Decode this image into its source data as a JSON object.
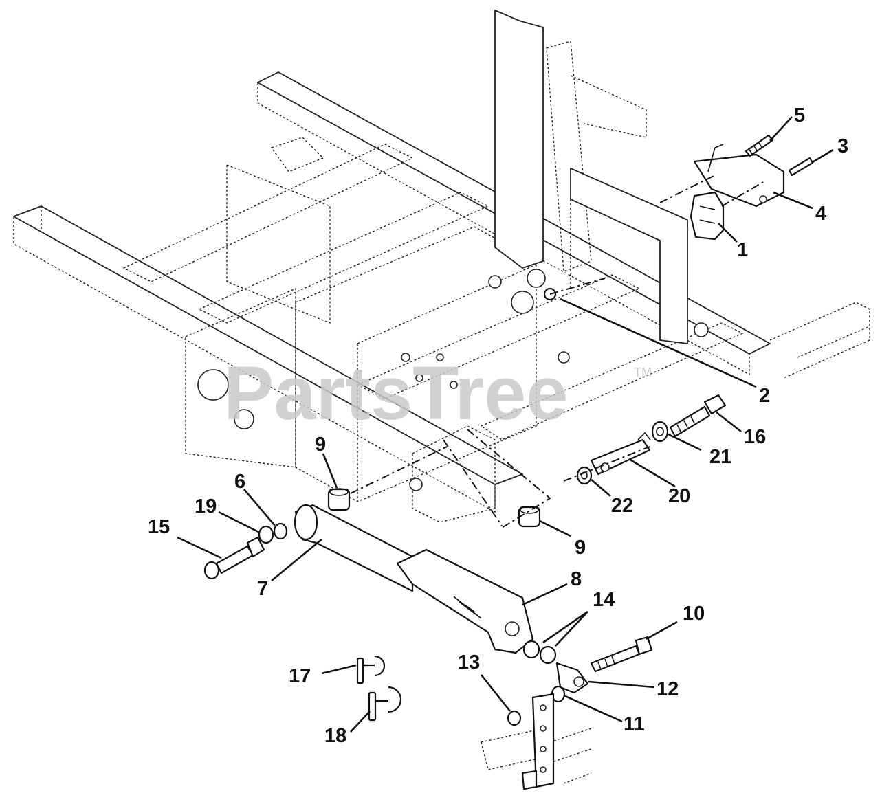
{
  "watermark": {
    "text": "PartsTree",
    "trademark": "TM"
  },
  "callouts": [
    {
      "id": "c5",
      "label": "5"
    },
    {
      "id": "c3",
      "label": "3"
    },
    {
      "id": "c4",
      "label": "4"
    },
    {
      "id": "c1",
      "label": "1"
    },
    {
      "id": "c2",
      "label": "2"
    },
    {
      "id": "c16",
      "label": "16"
    },
    {
      "id": "c21",
      "label": "21"
    },
    {
      "id": "c20",
      "label": "20"
    },
    {
      "id": "c22",
      "label": "22"
    },
    {
      "id": "c9a",
      "label": "9"
    },
    {
      "id": "c9b",
      "label": "9"
    },
    {
      "id": "c6",
      "label": "6"
    },
    {
      "id": "c19",
      "label": "19"
    },
    {
      "id": "c15",
      "label": "15"
    },
    {
      "id": "c7",
      "label": "7"
    },
    {
      "id": "c8",
      "label": "8"
    },
    {
      "id": "c14",
      "label": "14"
    },
    {
      "id": "c10",
      "label": "10"
    },
    {
      "id": "c13",
      "label": "13"
    },
    {
      "id": "c12",
      "label": "12"
    },
    {
      "id": "c11",
      "label": "11"
    },
    {
      "id": "c17",
      "label": "17"
    },
    {
      "id": "c18",
      "label": "18"
    }
  ]
}
